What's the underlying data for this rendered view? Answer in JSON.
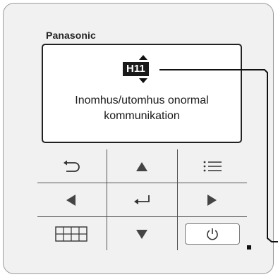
{
  "brand": "Panasonic",
  "display": {
    "error_code": "H11",
    "message_line1": "Inomhus/utomhus onormal",
    "message_line2": "kommunikation"
  },
  "buttons": {
    "back": "back-icon",
    "up": "up-triangle-icon",
    "menu": "menu-icon",
    "left": "left-triangle-icon",
    "enter": "enter-icon",
    "right": "right-triangle-icon",
    "grid": "grid-icon",
    "down": "down-triangle-icon",
    "power": "power-icon"
  },
  "colors": {
    "panel": "#f1f1f1",
    "code_bg": "#1a1a1a",
    "led": "#111111"
  }
}
